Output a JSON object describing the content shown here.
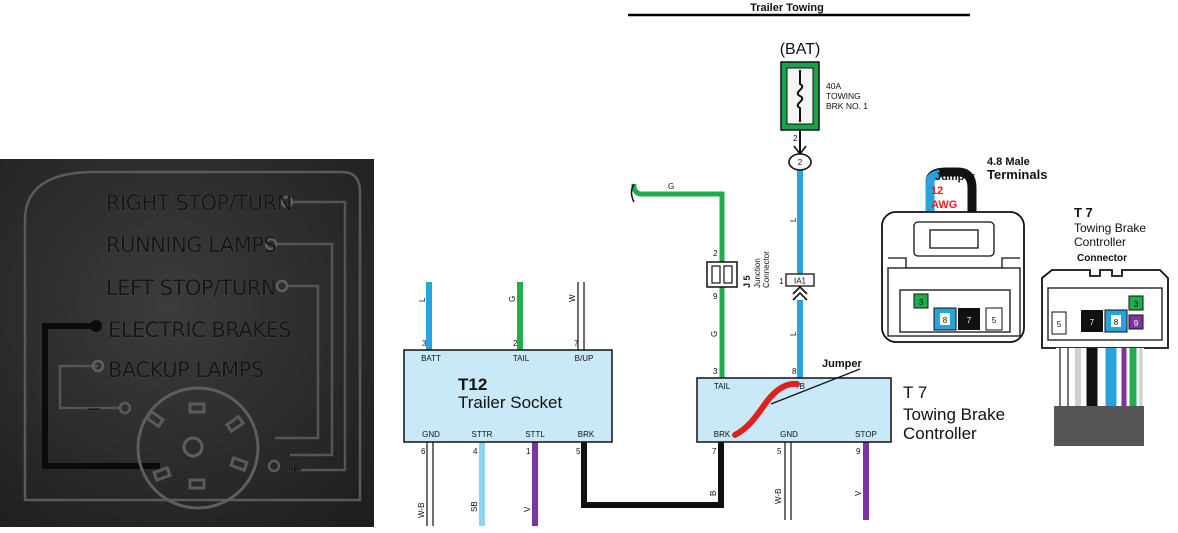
{
  "title": "Trailer Towing",
  "socket_photo": {
    "labels": [
      "RIGHT STOP/TURN",
      "RUNNING LAMPS",
      "LEFT STOP/TURN",
      "ELECTRIC BRAKES",
      "BACKUP LAMPS"
    ],
    "minus": "−",
    "plus": "+"
  },
  "power": {
    "bat_label": "(BAT)",
    "fuse_lines": [
      "40A",
      "TOWING",
      "BRK NO. 1"
    ],
    "fuse_pin": "2",
    "connector_pin": "2"
  },
  "wires": {
    "g_top": "G",
    "bat_wire": "L",
    "ia1_wire": "L",
    "j5_wire": "G",
    "t12_batt": "L",
    "t12_tail": "G",
    "t12_bup": "W",
    "t12_gnd": "W-B",
    "t12_sttr": "SB",
    "t12_sttl": "V",
    "brk_link": "B",
    "t7_gnd": "W-B",
    "t7_stop": "V"
  },
  "j5": {
    "label": "J 5",
    "sublabel": "Junction",
    "sublabel2": "Connector",
    "pin_top": "2",
    "pin_bottom": "9"
  },
  "ia1": {
    "label": "IA1",
    "pin": "1"
  },
  "t12": {
    "id": "T12",
    "name": "Trailer Socket",
    "pins_top": [
      {
        "num": "3",
        "label": "BATT"
      },
      {
        "num": "2",
        "label": "TAIL"
      },
      {
        "num": "7",
        "label": "B/UP"
      }
    ],
    "pins_bottom": [
      {
        "num": "6",
        "label": "GND"
      },
      {
        "num": "4",
        "label": "STTR"
      },
      {
        "num": "1",
        "label": "STTL"
      },
      {
        "num": "5",
        "label": "BRK"
      }
    ]
  },
  "t7": {
    "id": "T 7",
    "name_line1": "Towing Brake",
    "name_line2": "Controller",
    "pins_top": [
      {
        "num": "3",
        "label": "TAIL"
      },
      {
        "num": "8",
        "label": "+B"
      }
    ],
    "pins_bottom": [
      {
        "num": "7",
        "label": "BRK"
      },
      {
        "num": "5",
        "label": "GND"
      },
      {
        "num": "9",
        "label": "STOP"
      }
    ],
    "jumper_label": "Jumper"
  },
  "male_connector": {
    "jumper_label": "Jumper",
    "awg_line1": "12",
    "awg_line2": "AWG",
    "terminals_line1": "4.8 Male",
    "terminals_line2": "Terminals",
    "cells": [
      "3",
      "8",
      "7",
      "5"
    ]
  },
  "controller_connector": {
    "id": "T 7",
    "line1": "Towing Brake",
    "line2": "Controller",
    "line3": "Connector",
    "cells": [
      "5",
      "7",
      "8",
      "3",
      "9"
    ]
  },
  "colors": {
    "blue_wire": "#29a3dc",
    "light_blue_wire": "#8ed3f2",
    "green_wire": "#21ad4b",
    "violet_wire": "#7a35a0",
    "black_wire": "#111111",
    "jumper_red": "#e0201c",
    "box_fill": "#c9e9f8",
    "fuse_green": "#16a34a"
  }
}
